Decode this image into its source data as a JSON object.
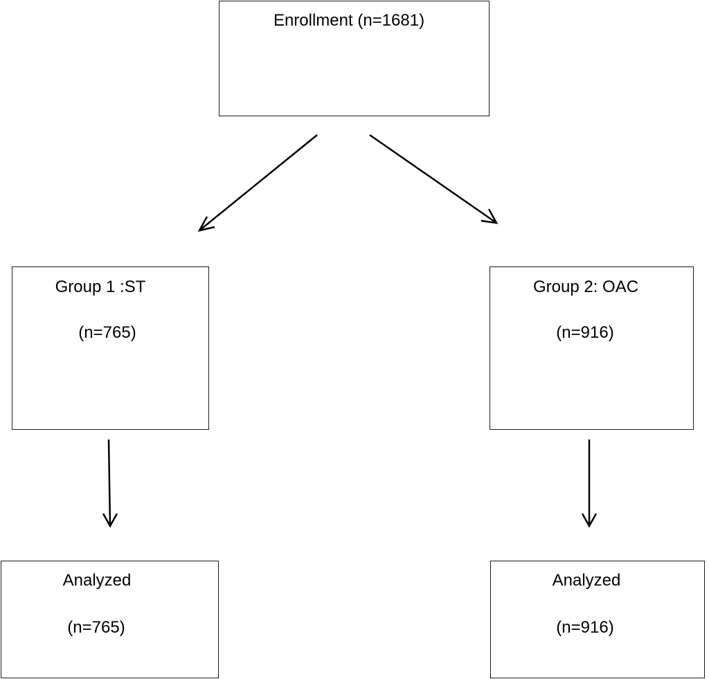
{
  "enrollment": {
    "label": "Enrollment (n=1681)"
  },
  "group1": {
    "title": "Group 1 :ST",
    "count": "(n=765)"
  },
  "group2": {
    "title": "Group 2: OAC",
    "count": "(n=916)"
  },
  "analyzed1": {
    "title": "Analyzed",
    "count": "(n=765)"
  },
  "analyzed2": {
    "title": "Analyzed",
    "count": "(n=916)"
  },
  "colors": {
    "stroke": "#000000",
    "background": "#ffffff"
  }
}
